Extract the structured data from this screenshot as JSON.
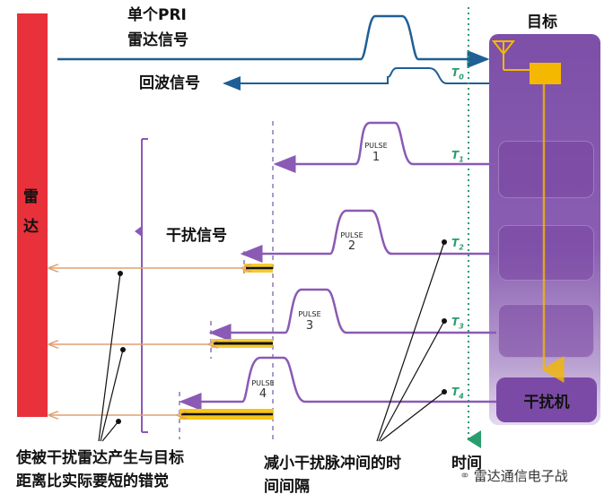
{
  "radar": {
    "label_chars": [
      "雷",
      "达"
    ]
  },
  "signals": {
    "single_pri_line1": "单个PRI",
    "single_pri_line2": "雷达信号",
    "echo": "回波信号",
    "jamming": "干扰信号"
  },
  "target": {
    "title": "目标",
    "jammer": "干扰机"
  },
  "pulses": [
    {
      "label": "PULSE",
      "number": "1",
      "time": "T",
      "time_sub": "1"
    },
    {
      "label": "PULSE",
      "number": "2",
      "time": "T",
      "time_sub": "2"
    },
    {
      "label": "PULSE",
      "number": "3",
      "time": "T",
      "time_sub": "3"
    },
    {
      "label": "PULSE",
      "number": "4",
      "time": "T",
      "time_sub": "4"
    }
  ],
  "t0": {
    "time": "T",
    "time_sub": "0"
  },
  "annotations": {
    "left_line1": "使被干扰雷达产生与目标",
    "left_line2": "距离比实际要短的错觉",
    "middle_line1": "减小干扰脉冲间的时",
    "middle_line2": "间间隔",
    "time_axis": "时间"
  },
  "watermark": {
    "text": "雷达通信电子战",
    "icon": "wechat-icon"
  },
  "colors": {
    "radar": "#e8313a",
    "radar_signal": "#1f5f95",
    "jamming_signal": "#8a5ab5",
    "target_panel": "#7d4fa8",
    "jammer_fill": "#f5b800",
    "range_arrow": "#e0a070",
    "time_axis": "#2a9d6e"
  }
}
